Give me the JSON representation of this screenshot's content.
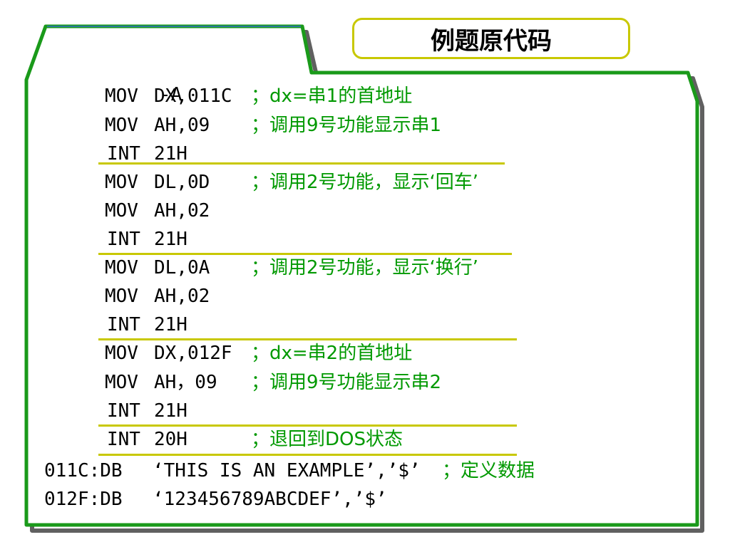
{
  "title": "例题原代码",
  "colors": {
    "frame_green": "#1a9a1a",
    "frame_shadow": "#606060",
    "separator_yellow": "#c8c800",
    "comment_green": "#009900",
    "code_black": "#000000"
  },
  "prompt": "-A",
  "code_lines": [
    {
      "op": "MOV",
      "args": "DX,011C",
      "comment": "；dx=串1的首地址"
    },
    {
      "op": "MOV",
      "args": "AH,09",
      "comment": "；调用9号功能显示串1"
    },
    {
      "op": "INT",
      "args": "21H",
      "comment": ""
    },
    {
      "op": "MOV",
      "args": "DL,0D",
      "comment": "；调用2号功能，显示‘回车’"
    },
    {
      "op": "MOV",
      "args": "AH,02",
      "comment": ""
    },
    {
      "op": "INT",
      "args": "21H",
      "comment": ""
    },
    {
      "op": "MOV",
      "args": "DL,0A",
      "comment": "；调用2号功能，显示‘换行’"
    },
    {
      "op": "MOV",
      "args": "AH,02",
      "comment": ""
    },
    {
      "op": "INT",
      "args": "21H",
      "comment": ""
    },
    {
      "op": "MOV",
      "args": "DX,012F",
      "comment": "；dx=串2的首地址"
    },
    {
      "op": "MOV",
      "args": "AH，09",
      "comment": "；调用9号功能显示串2"
    },
    {
      "op": "INT",
      "args": "21H",
      "comment": ""
    },
    {
      "op": "INT",
      "args": "20H",
      "comment": "；退回到DOS状态"
    }
  ],
  "data_lines": [
    {
      "label": "011C:DB",
      "value": "‘THIS IS AN EXAMPLE’,’$’",
      "comment": "；定义数据"
    },
    {
      "label": "012F:DB",
      "value": "‘123456789ABCDEF’,’$’",
      "comment": ""
    }
  ]
}
